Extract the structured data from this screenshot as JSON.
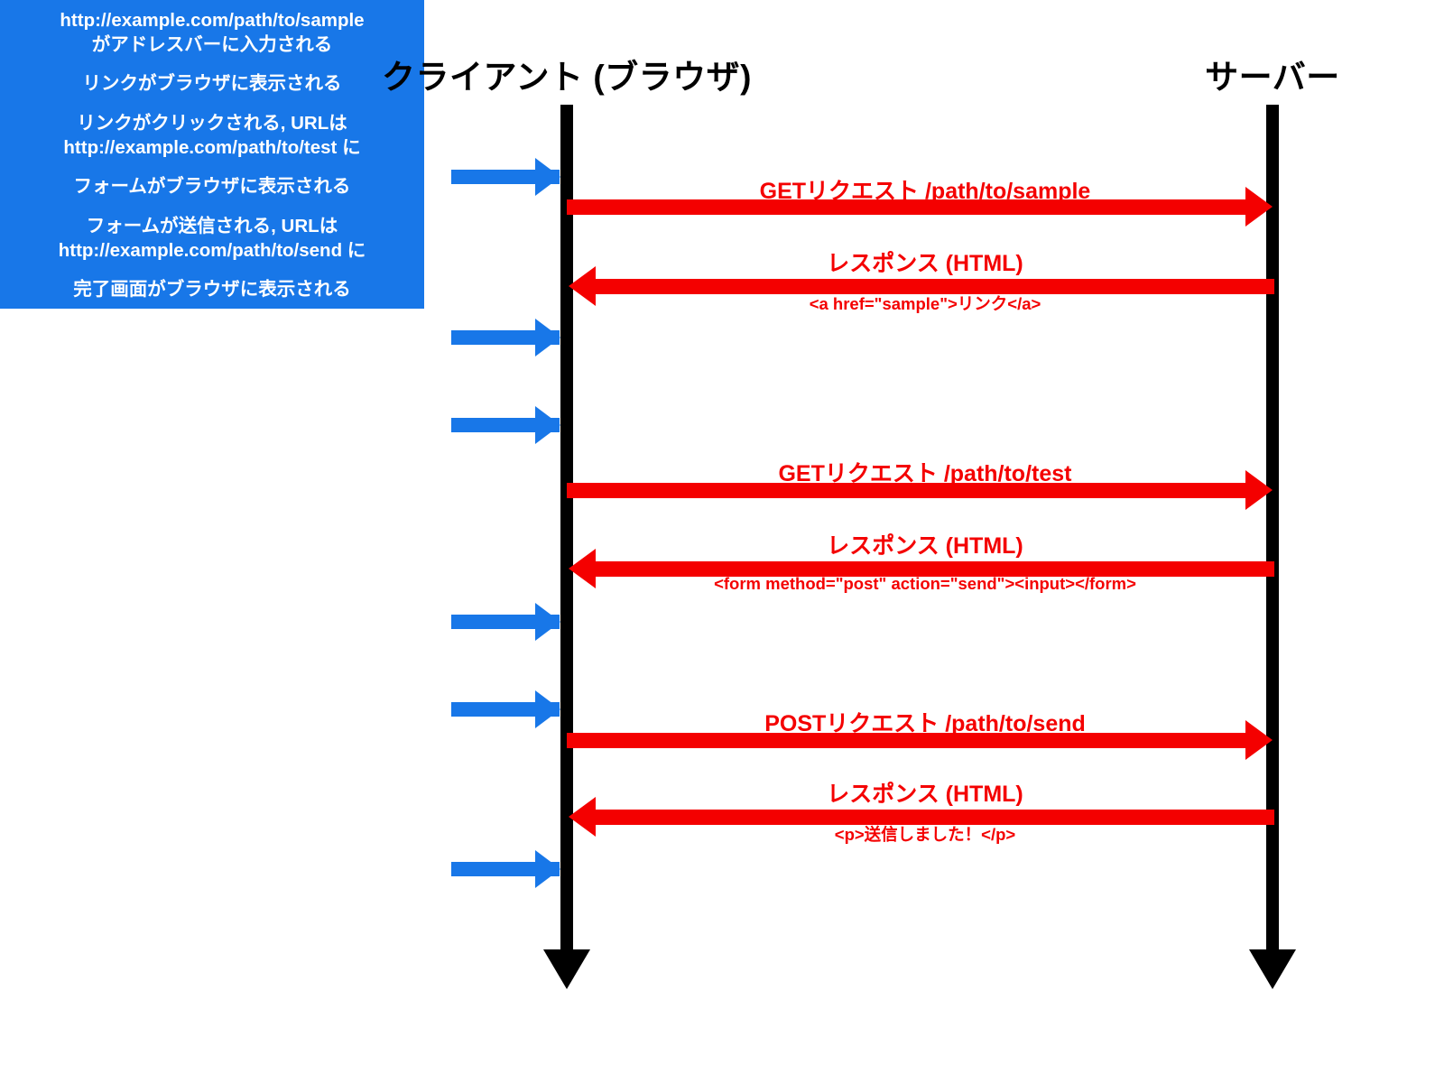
{
  "diagram": {
    "title_client": "クライアント (ブラウザ)",
    "title_server": "サーバー",
    "colors": {
      "lifeline": "#000000",
      "note": "#1877e8",
      "message": "#f40000",
      "background": "#ffffff",
      "note_text": "#ffffff"
    }
  },
  "lifelines": [
    {
      "name": "client",
      "label": "クライアント (ブラウザ)"
    },
    {
      "name": "server",
      "label": "サーバー"
    }
  ],
  "notes": [
    {
      "id": "note-url-entered",
      "lines": [
        "http://example.com/path/to/sample",
        "がアドレスバーに入力される"
      ]
    },
    {
      "id": "note-link-displayed",
      "lines": [
        "リンクがブラウザに表示される"
      ]
    },
    {
      "id": "note-link-clicked",
      "lines": [
        "リンクがクリックされる, URLは",
        "http://example.com/path/to/test に"
      ]
    },
    {
      "id": "note-form-displayed",
      "lines": [
        "フォームがブラウザに表示される"
      ]
    },
    {
      "id": "note-form-submitted",
      "lines": [
        "フォームが送信される, URLは",
        "http://example.com/path/to/send に"
      ]
    },
    {
      "id": "note-complete-displayed",
      "lines": [
        "完了画面がブラウザに表示される"
      ]
    }
  ],
  "messages": [
    {
      "id": "msg-get-sample",
      "label": "GETリクエスト /path/to/sample",
      "sub": "",
      "direction": "client-to-server"
    },
    {
      "id": "msg-response-link",
      "label": "レスポンス (HTML)",
      "sub": "<a href=\"sample\">リンク</a>",
      "direction": "server-to-client"
    },
    {
      "id": "msg-get-test",
      "label": "GETリクエスト /path/to/test",
      "sub": "",
      "direction": "client-to-server"
    },
    {
      "id": "msg-response-form",
      "label": "レスポンス (HTML)",
      "sub": "<form method=\"post\" action=\"send\"><input></form>",
      "direction": "server-to-client"
    },
    {
      "id": "msg-post-send",
      "label": "POSTリクエスト /path/to/send",
      "sub": "",
      "direction": "client-to-server"
    },
    {
      "id": "msg-response-done",
      "label": "レスポンス (HTML)",
      "sub": "<p>送信しました！</p>",
      "direction": "server-to-client"
    }
  ]
}
